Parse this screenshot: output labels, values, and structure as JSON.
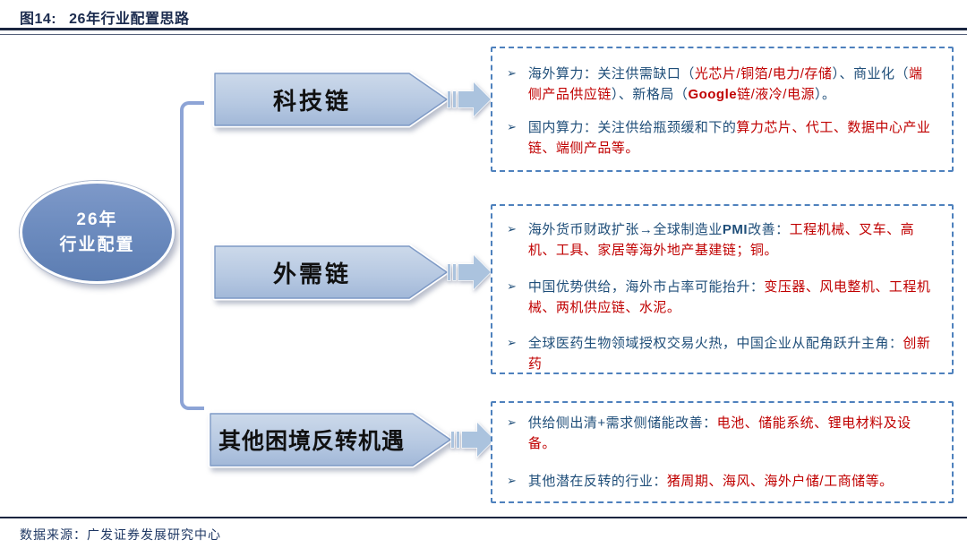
{
  "header": {
    "label": "图14:",
    "title": "26年行业配置思路"
  },
  "source": "数据来源：广发证券发展研究中心",
  "root": {
    "line1": "26年",
    "line2": "行业配置"
  },
  "bullet_glyph": "➢",
  "colors": {
    "title_navy": "#1b2b4e",
    "body_blue": "#1f4e79",
    "highlight_red": "#c00000",
    "ellipse_fill": "#6d8cbf",
    "branch_fill": "#b7c9e2",
    "panel_dash_border": "#4e81bd",
    "bracket": "#8da4d6"
  },
  "groups": [
    {
      "label": "科技链",
      "bullets": [
        {
          "segments": [
            {
              "text": "海外算力：关注供需缺口（",
              "style": "blue"
            },
            {
              "text": "光芯片/铜箔/电力/存储",
              "style": "red"
            },
            {
              "text": "）、商业化（",
              "style": "blue"
            },
            {
              "text": "端侧产品供应链",
              "style": "red"
            },
            {
              "text": "）、新格局（",
              "style": "blue"
            },
            {
              "text": "Google",
              "style": "red-bold"
            },
            {
              "text": "链/液冷/电源",
              "style": "red"
            },
            {
              "text": "）。",
              "style": "blue"
            }
          ]
        },
        {
          "segments": [
            {
              "text": "国内算力：关注供给瓶颈缓和下的",
              "style": "blue"
            },
            {
              "text": "算力芯片、代工、数据中心产业链、端侧产品等。",
              "style": "red"
            }
          ]
        }
      ]
    },
    {
      "label": "外需链",
      "bullets": [
        {
          "segments": [
            {
              "text": "海外货币财政扩张→全球制造业",
              "style": "blue"
            },
            {
              "text": "PMI",
              "style": "blue-bold"
            },
            {
              "text": "改善：",
              "style": "blue"
            },
            {
              "text": "工程机械、叉车、高机、工具、家居等海外地产基建链；铜。",
              "style": "red"
            }
          ]
        },
        {
          "segments": [
            {
              "text": "中国优势供给，海外市占率可能抬升：",
              "style": "blue"
            },
            {
              "text": "变压器、风电整机、工程机械、两机供应链、水泥。",
              "style": "red"
            }
          ]
        },
        {
          "segments": [
            {
              "text": "全球医药生物领域授权交易火热，中国企业从配角跃升主角：",
              "style": "blue"
            },
            {
              "text": "创新药",
              "style": "red"
            }
          ]
        }
      ]
    },
    {
      "label": "其他困境反转机遇",
      "bullets": [
        {
          "segments": [
            {
              "text": "供给侧出清+需求侧储能改善：",
              "style": "blue"
            },
            {
              "text": "电池、储能系统、锂电材料及设备。",
              "style": "red"
            }
          ]
        },
        {
          "segments": [
            {
              "text": "其他潜在反转的行业：",
              "style": "blue"
            },
            {
              "text": "猪周期、海风、海外户储/工商储等。",
              "style": "red"
            }
          ]
        }
      ]
    }
  ]
}
